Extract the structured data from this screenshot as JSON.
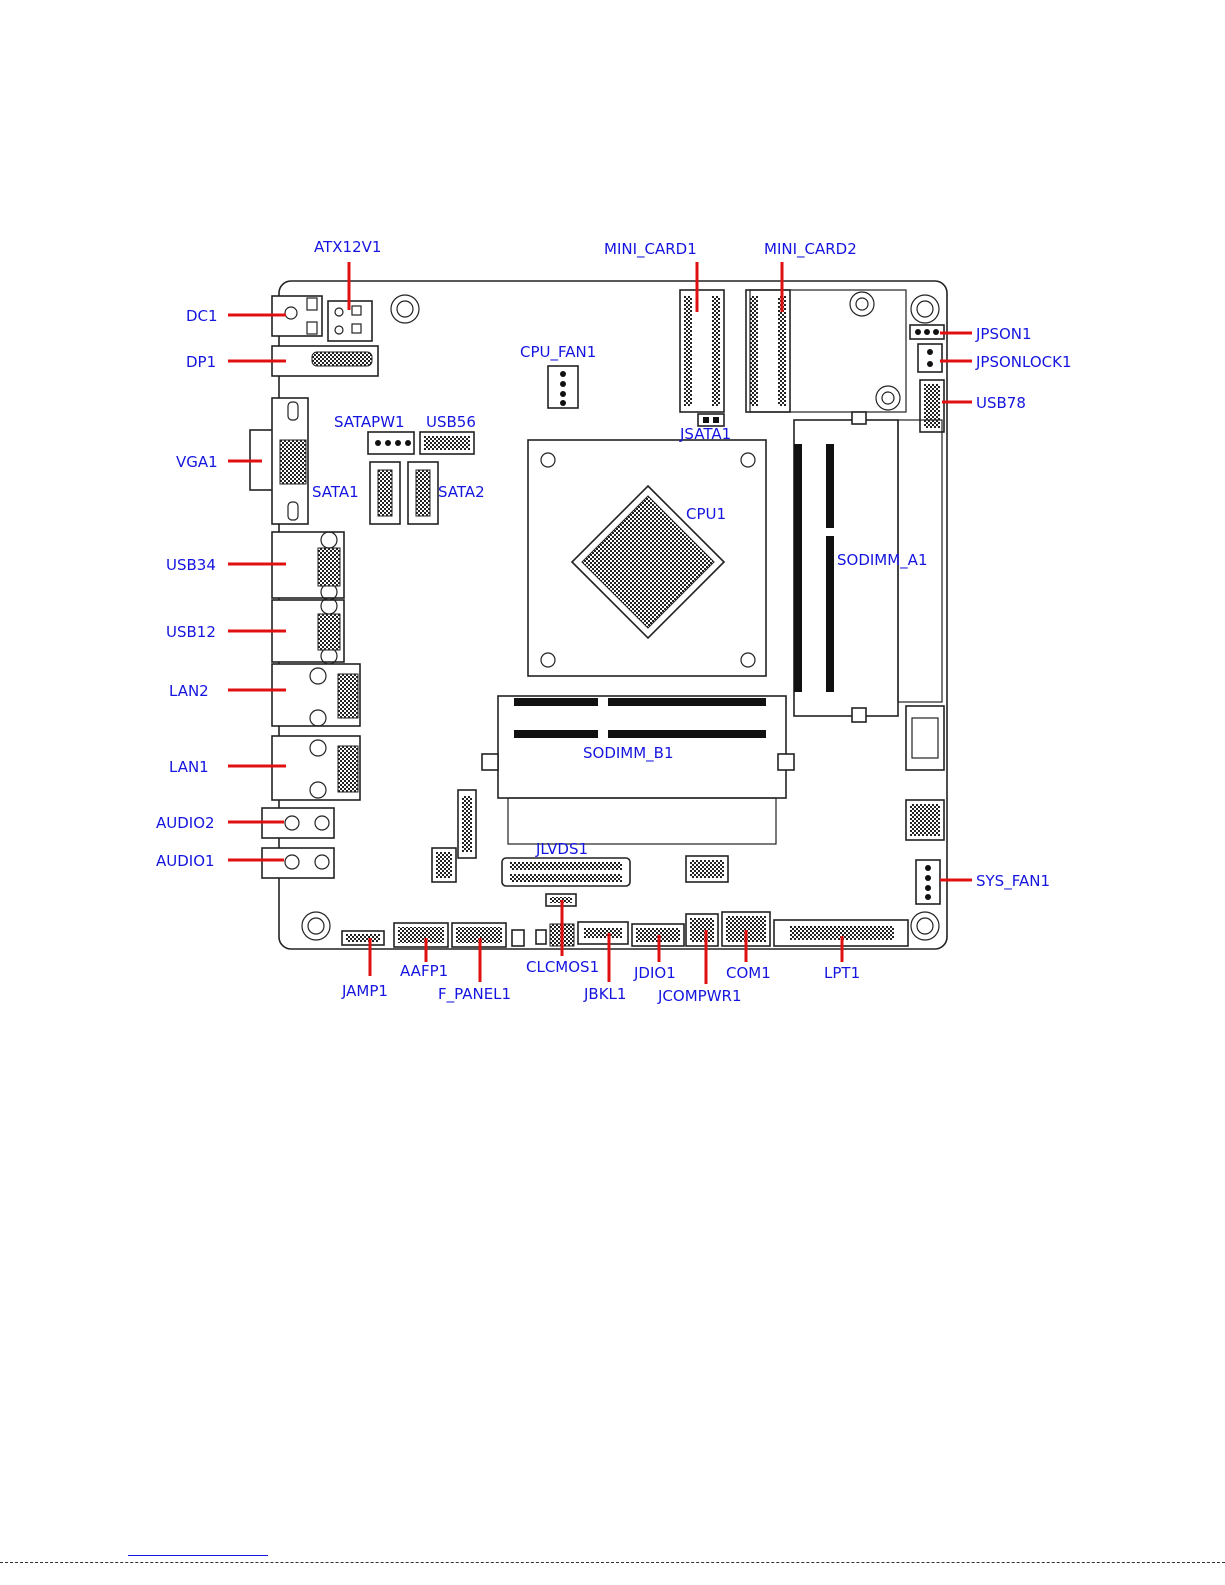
{
  "labels": {
    "ATX12V1": "ATX12V1",
    "MINI_CARD1": "MINI_CARD1",
    "MINI_CARD2": "MINI_CARD2",
    "DC1": "DC1",
    "DP1": "DP1",
    "CPU_FAN1": "CPU_FAN1",
    "JPSON1": "JPSON1",
    "JPSONLOCK1": "JPSONLOCK1",
    "USB78": "USB78",
    "SATAPW1": "SATAPW1",
    "USB56": "USB56",
    "JSATA1": "JSATA1",
    "VGA1": "VGA1",
    "SATA1": "SATA1",
    "SATA2": "SATA2",
    "CPU1": "CPU1",
    "SODIMM_A1": "SODIMM_A1",
    "USB34": "USB34",
    "USB12": "USB12",
    "LAN2": "LAN2",
    "LAN1": "LAN1",
    "SODIMM_B1": "SODIMM_B1",
    "AUDIO2": "AUDIO2",
    "AUDIO1": "AUDIO1",
    "JLVDS1": "JLVDS1",
    "SYS_FAN1": "SYS_FAN1",
    "CLCMOS1": "CLCMOS1",
    "JAMP1": "JAMP1",
    "AAFP1": "AAFP1",
    "F_PANEL1": "F_PANEL1",
    "JBKL1": "JBKL1",
    "JDIO1": "JDIO1",
    "JCOMPWR1": "JCOMPWR1",
    "COM1": "COM1",
    "LPT1": "LPT1"
  },
  "colors": {
    "label_text": "#1515e0",
    "leader_line": "#e01010",
    "board_outline": "#222222"
  }
}
